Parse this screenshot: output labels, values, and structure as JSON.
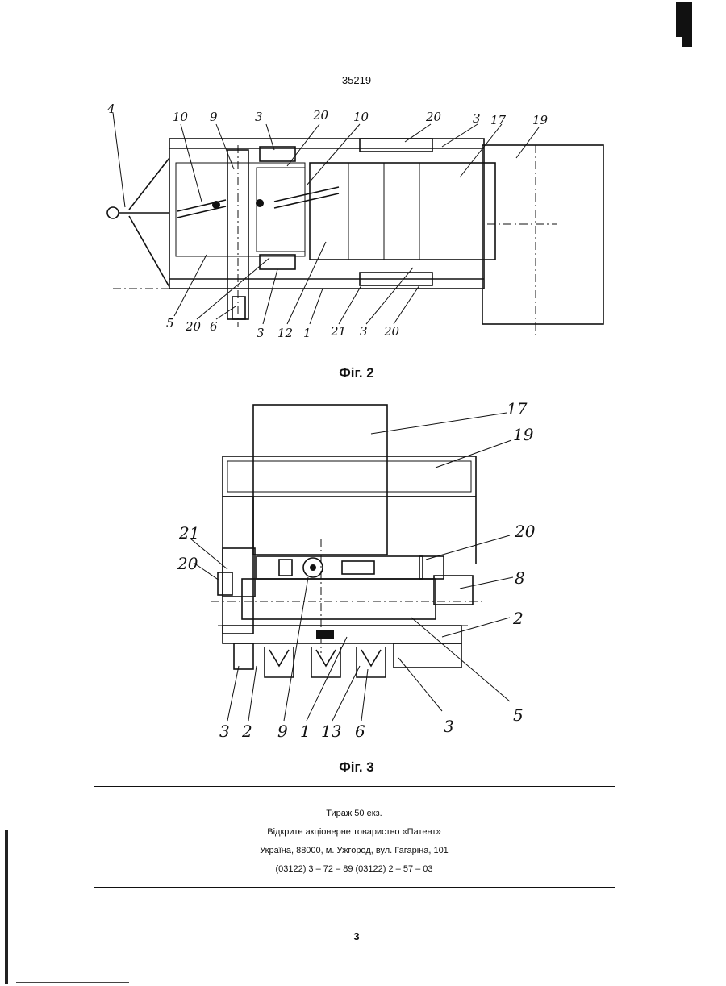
{
  "header": {
    "patent_number": "35219"
  },
  "fig2": {
    "caption": "Фіг. 2",
    "callouts": {
      "c4": "4",
      "c10a": "10",
      "c9": "9",
      "c3a": "3",
      "c20a": "20",
      "c10b": "10",
      "c20b": "20",
      "c3b": "3",
      "c17": "17",
      "c19": "19",
      "c5": "5",
      "c20c": "20",
      "c6": "6",
      "c3c": "3",
      "c12": "12",
      "c1": "1",
      "c21": "21",
      "c3d": "3",
      "c20d": "20"
    }
  },
  "fig3": {
    "caption": "Фіг. 3",
    "callouts": {
      "c17": "17",
      "c19": "19",
      "c21": "21",
      "c20a": "20",
      "c20b": "20",
      "c8": "8",
      "c2a": "2",
      "c3a": "3",
      "c2b": "2",
      "c9": "9",
      "c1": "1",
      "c13": "13",
      "c6": "6",
      "c3b": "3",
      "c5": "5"
    }
  },
  "imprint": {
    "line1": "Тираж 50 екз.",
    "line2": "Відкрите акціонерне товариство «Патент»",
    "line3": "Україна, 88000, м. Ужгород, вул. Гагаріна, 101",
    "line4": "(03122) 3 – 72 – 89  (03122) 2 – 57 – 03"
  },
  "footer": {
    "page_number": "3"
  }
}
